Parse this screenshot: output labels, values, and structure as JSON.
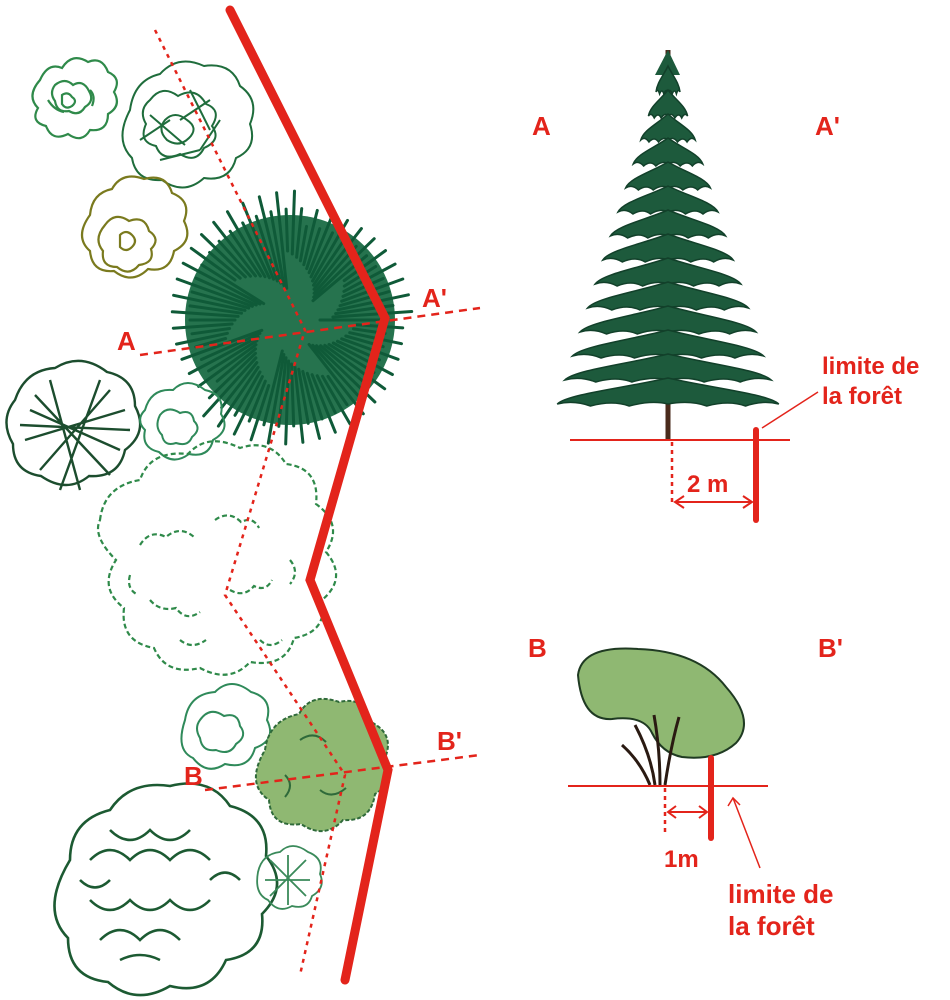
{
  "plan": {
    "section_a_start": "A",
    "section_a_end": "A'",
    "section_b_start": "B",
    "section_b_end": "B'"
  },
  "section_a": {
    "left_label": "A",
    "right_label": "A'",
    "distance_label": "2 m",
    "limit_label_line1": "limite de",
    "limit_label_line2": "la forêt"
  },
  "section_b": {
    "left_label": "B",
    "right_label": "B'",
    "distance_label": "1m",
    "limit_label_line1": "limite de",
    "limit_label_line2": "la forêt"
  },
  "colors": {
    "limit_line": "#e3241b",
    "label": "#e3241b",
    "conifer": "#1d5a3c",
    "conifer_dark": "#0f4a2f",
    "broadleaf_fill": "#8fb872",
    "trunk": "#4a2b1c",
    "outline_green": "#2f8a4a",
    "olive": "#7a7a1e"
  }
}
